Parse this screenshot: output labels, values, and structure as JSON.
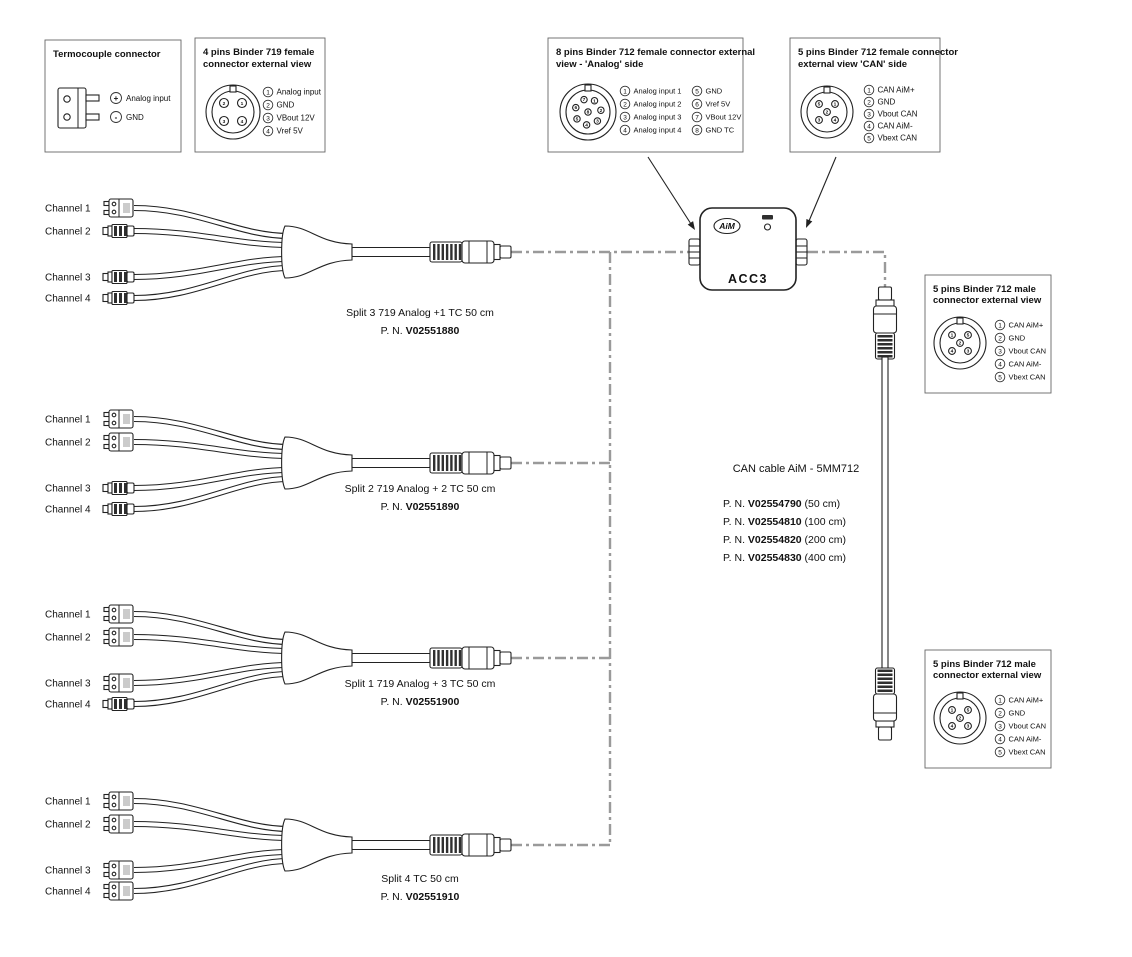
{
  "legend_boxes": {
    "thermocouple": {
      "title": "Termocouple connector",
      "pins": [
        {
          "num": "+",
          "label": "Analog input"
        },
        {
          "num": "-",
          "label": "GND"
        }
      ]
    },
    "binder719_female": {
      "title_line1": "4 pins Binder 719 female",
      "title_line2": "connector external view",
      "face_numbers": [
        "2",
        "1",
        "3",
        "4"
      ],
      "pins": [
        {
          "num": "1",
          "label": "Analog input"
        },
        {
          "num": "2",
          "label": "GND"
        },
        {
          "num": "3",
          "label": "VBout 12V"
        },
        {
          "num": "4",
          "label": "Vref 5V"
        }
      ]
    },
    "binder712_female_analog": {
      "title_line1": "8 pins Binder 712 female connector external",
      "title_line2": "view - 'Analog' side",
      "face_numbers": [
        "1",
        "2",
        "3",
        "4",
        "5",
        "6",
        "7",
        "8"
      ],
      "pins_col1": [
        {
          "num": "1",
          "label": "Analog input 1"
        },
        {
          "num": "2",
          "label": "Analog input 2"
        },
        {
          "num": "3",
          "label": "Analog input 3"
        },
        {
          "num": "4",
          "label": "Analog input 4"
        }
      ],
      "pins_col2": [
        {
          "num": "5",
          "label": "GND"
        },
        {
          "num": "6",
          "label": "Vref 5V"
        },
        {
          "num": "7",
          "label": "VBout 12V"
        },
        {
          "num": "8",
          "label": "GND TC"
        }
      ]
    },
    "binder712_female_can": {
      "title_line1": "5 pins Binder 712 female connector",
      "title_line2": "external view 'CAN' side",
      "face_numbers": [
        "5",
        "1",
        "2",
        "3",
        "4"
      ]
    },
    "binder712_male_top": {
      "title_line1": "5 pins Binder 712 male",
      "title_line2": "connector external view",
      "face_numbers": [
        "1",
        "5",
        "2",
        "4",
        "3"
      ]
    },
    "binder712_male_bottom": {
      "title_line1": "5 pins Binder 712 male",
      "title_line2": "connector external view",
      "face_numbers": [
        "1",
        "5",
        "2",
        "4",
        "3"
      ]
    },
    "can_pins": [
      {
        "num": "1",
        "label": "CAN AiM+"
      },
      {
        "num": "2",
        "label": "GND"
      },
      {
        "num": "3",
        "label": "Vbout CAN"
      },
      {
        "num": "4",
        "label": "CAN AiM-"
      },
      {
        "num": "5",
        "label": "Vbext CAN"
      }
    ]
  },
  "device": {
    "brand": "AiM",
    "model": "ACC3"
  },
  "splits": [
    {
      "channels": [
        "Channel 1",
        "Channel 2",
        "Channel 3",
        "Channel 4"
      ],
      "caption": "Split 3 719 Analog +1 TC 50 cm",
      "pn_prefix": "P. N. ",
      "part_number": "V02551880"
    },
    {
      "channels": [
        "Channel 1",
        "Channel 2",
        "Channel 3",
        "Channel 4"
      ],
      "caption": "Split 2 719 Analog + 2 TC 50 cm",
      "pn_prefix": "P. N. ",
      "part_number": "V02551890"
    },
    {
      "channels": [
        "Channel 1",
        "Channel 2",
        "Channel 3",
        "Channel 4"
      ],
      "caption": "Split 1 719 Analog + 3 TC 50 cm",
      "pn_prefix": "P. N. ",
      "part_number": "V02551900"
    },
    {
      "channels": [
        "Channel 1",
        "Channel 2",
        "Channel 3",
        "Channel 4"
      ],
      "caption": "Split 4 TC 50 cm",
      "pn_prefix": "P. N. ",
      "part_number": "V02551910"
    }
  ],
  "can_cable": {
    "title": "CAN cable AiM - 5MM712",
    "variants": [
      {
        "prefix": "P. N. ",
        "part_number": "V02554790",
        "length": "  (50 cm)"
      },
      {
        "prefix": "P. N. ",
        "part_number": "V02554810",
        "length": "  (100 cm)"
      },
      {
        "prefix": "P. N. ",
        "part_number": "V02554820",
        "length": "  (200 cm)"
      },
      {
        "prefix": "P. N. ",
        "part_number": "V02554830",
        "length": "  (400 cm)"
      }
    ]
  },
  "colors": {
    "line": "#222222",
    "dashdot": "#9a9a9a",
    "box_border": "#666666"
  }
}
